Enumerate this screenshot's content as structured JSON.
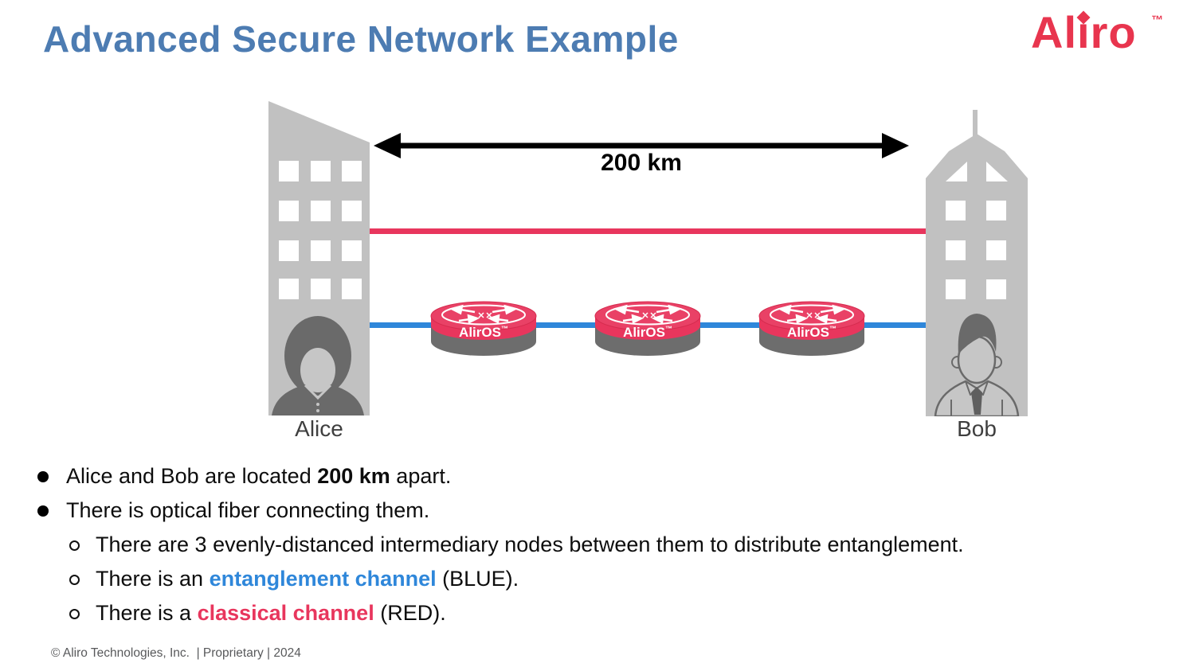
{
  "header": {
    "title": "Advanced Secure Network Example",
    "title_color": "#4d7cb2",
    "logo": {
      "part1": "Al",
      "part2": "ı",
      "part3": "ro",
      "tm": "™",
      "color": "#e8354e"
    }
  },
  "diagram": {
    "distance_label": "200 km",
    "alice_label": "Alice",
    "bob_label": "Bob",
    "building_color": "#c1c1c1",
    "figure_color": "#6a6a6a",
    "router": {
      "label": "AlirOS",
      "tm": "™",
      "red": "#e8365d",
      "top_red": "#e94166",
      "base_gray": "#6d6d6d"
    },
    "classical_channel_color": "#e8365d",
    "entanglement_channel_color": "#2f87da"
  },
  "bullets": [
    {
      "level": 1,
      "segments": [
        {
          "text": "Alice and Bob are located "
        },
        {
          "text": "200 km",
          "bold": true
        },
        {
          "text": " apart."
        }
      ]
    },
    {
      "level": 1,
      "segments": [
        {
          "text": "There is optical fiber connecting them."
        }
      ]
    },
    {
      "level": 2,
      "segments": [
        {
          "text": "There are 3 evenly-distanced intermediary nodes between them to distribute entanglement."
        }
      ]
    },
    {
      "level": 2,
      "segments": [
        {
          "text": "There is an "
        },
        {
          "text": "entanglement channel",
          "bold": true,
          "color": "#2f87da"
        },
        {
          "text": " (BLUE)."
        }
      ]
    },
    {
      "level": 2,
      "segments": [
        {
          "text": "There is a "
        },
        {
          "text": "classical channel",
          "bold": true,
          "color": "#e8365d"
        },
        {
          "text": " (RED)."
        }
      ]
    }
  ],
  "footer": {
    "text": "© Aliro Technologies, Inc.  | Proprietary | 2024"
  }
}
